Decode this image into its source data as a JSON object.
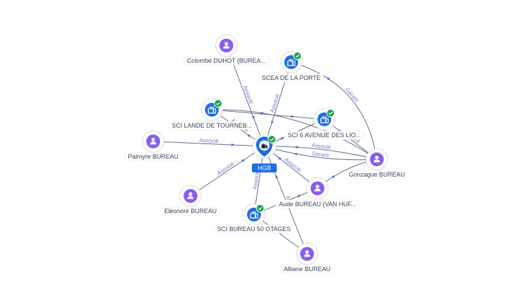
{
  "center": {
    "name": "HGB",
    "type": "company",
    "verified": true
  },
  "nodes": [
    {
      "id": "colombe",
      "label": "Colombe DUHOT (BUREA...",
      "type": "person",
      "verified": false
    },
    {
      "id": "scea",
      "label": "SCEA DE LA PORTE",
      "type": "company",
      "verified": true
    },
    {
      "id": "sci_lande",
      "label": "SCI LANDE DE TOURNEB...",
      "type": "company",
      "verified": true
    },
    {
      "id": "sci_6av",
      "label": "SCI 6 AVENUE DES LIO...",
      "type": "company",
      "verified": true
    },
    {
      "id": "palmyre",
      "label": "Palmyre BUREAU",
      "type": "person",
      "verified": false
    },
    {
      "id": "gonzague",
      "label": "Gonzague BUREAU",
      "type": "person",
      "verified": false
    },
    {
      "id": "eleonore",
      "label": "Eléonore BUREAU",
      "type": "person",
      "verified": false
    },
    {
      "id": "aude",
      "label": "Aude BUREAU (VAN HUF...",
      "type": "person",
      "verified": false
    },
    {
      "id": "sci_bureau",
      "label": "SCI BUREAU 50 OTAGES",
      "type": "company",
      "verified": true
    },
    {
      "id": "albane",
      "label": "Albane BUREAU",
      "type": "person",
      "verified": false
    }
  ],
  "edges": [
    {
      "from": "colombe",
      "to": "center",
      "label": "Associé"
    },
    {
      "from": "scea",
      "to": "center",
      "label": "Associé"
    },
    {
      "from": "sci_lande",
      "to": "center",
      "label": "Associé"
    },
    {
      "from": "palmyre",
      "to": "center",
      "label": "Associé"
    },
    {
      "from": "eleonore",
      "to": "center",
      "label": "Associé"
    },
    {
      "from": "sci_bureau",
      "to": "center",
      "label": "Associé"
    },
    {
      "from": "albane",
      "to": "center",
      "label": "As"
    },
    {
      "from": "aude",
      "to": "center",
      "label": "Associé"
    },
    {
      "from": "gonzague",
      "to": "center",
      "label": "Gérant"
    },
    {
      "from": "gonzague",
      "to": "center",
      "label": "Associé"
    },
    {
      "from": "gonzague",
      "to": "sci_6av",
      "label": "Gérant"
    },
    {
      "from": "gonzague",
      "to": "scea",
      "label": "Gérant"
    },
    {
      "from": "gonzague",
      "to": "sci_lande",
      "label": ""
    },
    {
      "from": "gonzague",
      "to": "aude",
      "label": ""
    },
    {
      "from": "sci_6av",
      "to": "center",
      "label": ""
    },
    {
      "from": "sci_lande",
      "to": "sci_6av",
      "label": ""
    },
    {
      "from": "albane",
      "to": "sci_bureau",
      "label": ""
    },
    {
      "from": "sci_bureau",
      "to": "aude",
      "label": ""
    }
  ]
}
